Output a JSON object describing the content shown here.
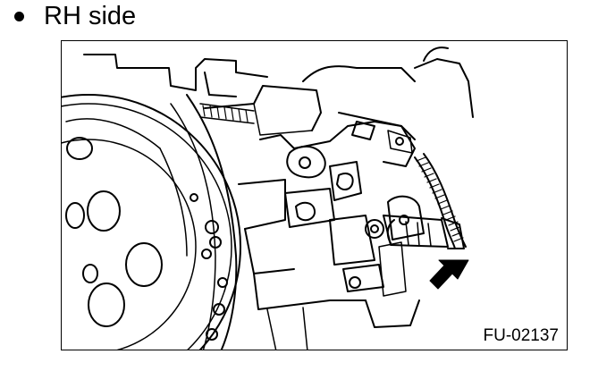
{
  "heading": {
    "text": "RH side"
  },
  "figure": {
    "code": "FU-02137",
    "illustration": "engine-rh-side-line-drawing",
    "callout": "arrow-pointing-to-sensor-connector"
  }
}
